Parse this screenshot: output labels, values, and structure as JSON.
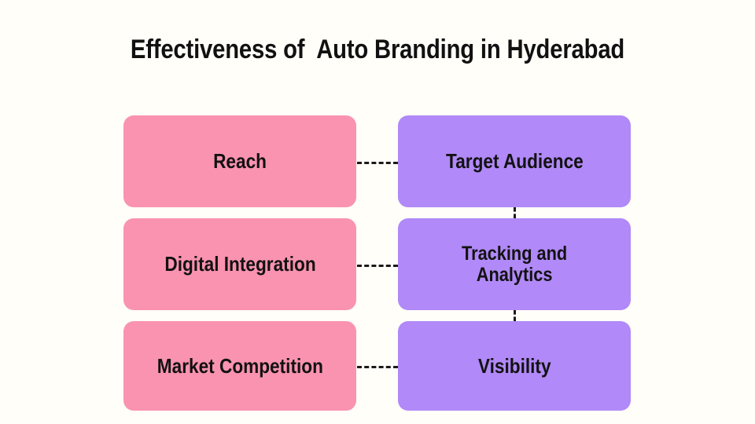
{
  "slide": {
    "title": "Effectiveness of  Auto Branding in Hyderabad",
    "background_color": "#fffef9"
  },
  "colors": {
    "pink": "#fa93b0",
    "purple": "#b189f8",
    "text": "#121212",
    "connector": "#1a1a1a"
  },
  "diagram": {
    "type": "two-column-paired-boxes",
    "left_column": {
      "color": "#fa93b0",
      "nodes": [
        {
          "label": "Reach"
        },
        {
          "label": "Digital Integration"
        },
        {
          "label": "Market Competition"
        }
      ]
    },
    "right_column": {
      "color": "#b189f8",
      "nodes": [
        {
          "label": "Target Audience"
        },
        {
          "label": "Tracking and\nAnalytics"
        },
        {
          "label": "Visibility"
        }
      ]
    },
    "connectors": {
      "horizontal": [
        {
          "from": "Reach",
          "to": "Target Audience",
          "style": "dashed"
        },
        {
          "from": "Digital Integration",
          "to": "Tracking and Analytics",
          "style": "dashed"
        },
        {
          "from": "Market Competition",
          "to": "Visibility",
          "style": "dashed"
        }
      ],
      "vertical": [
        {
          "from": "Target Audience",
          "to": "Tracking and Analytics",
          "style": "dashed"
        },
        {
          "from": "Tracking and Analytics",
          "to": "Visibility",
          "style": "dashed"
        }
      ]
    }
  }
}
